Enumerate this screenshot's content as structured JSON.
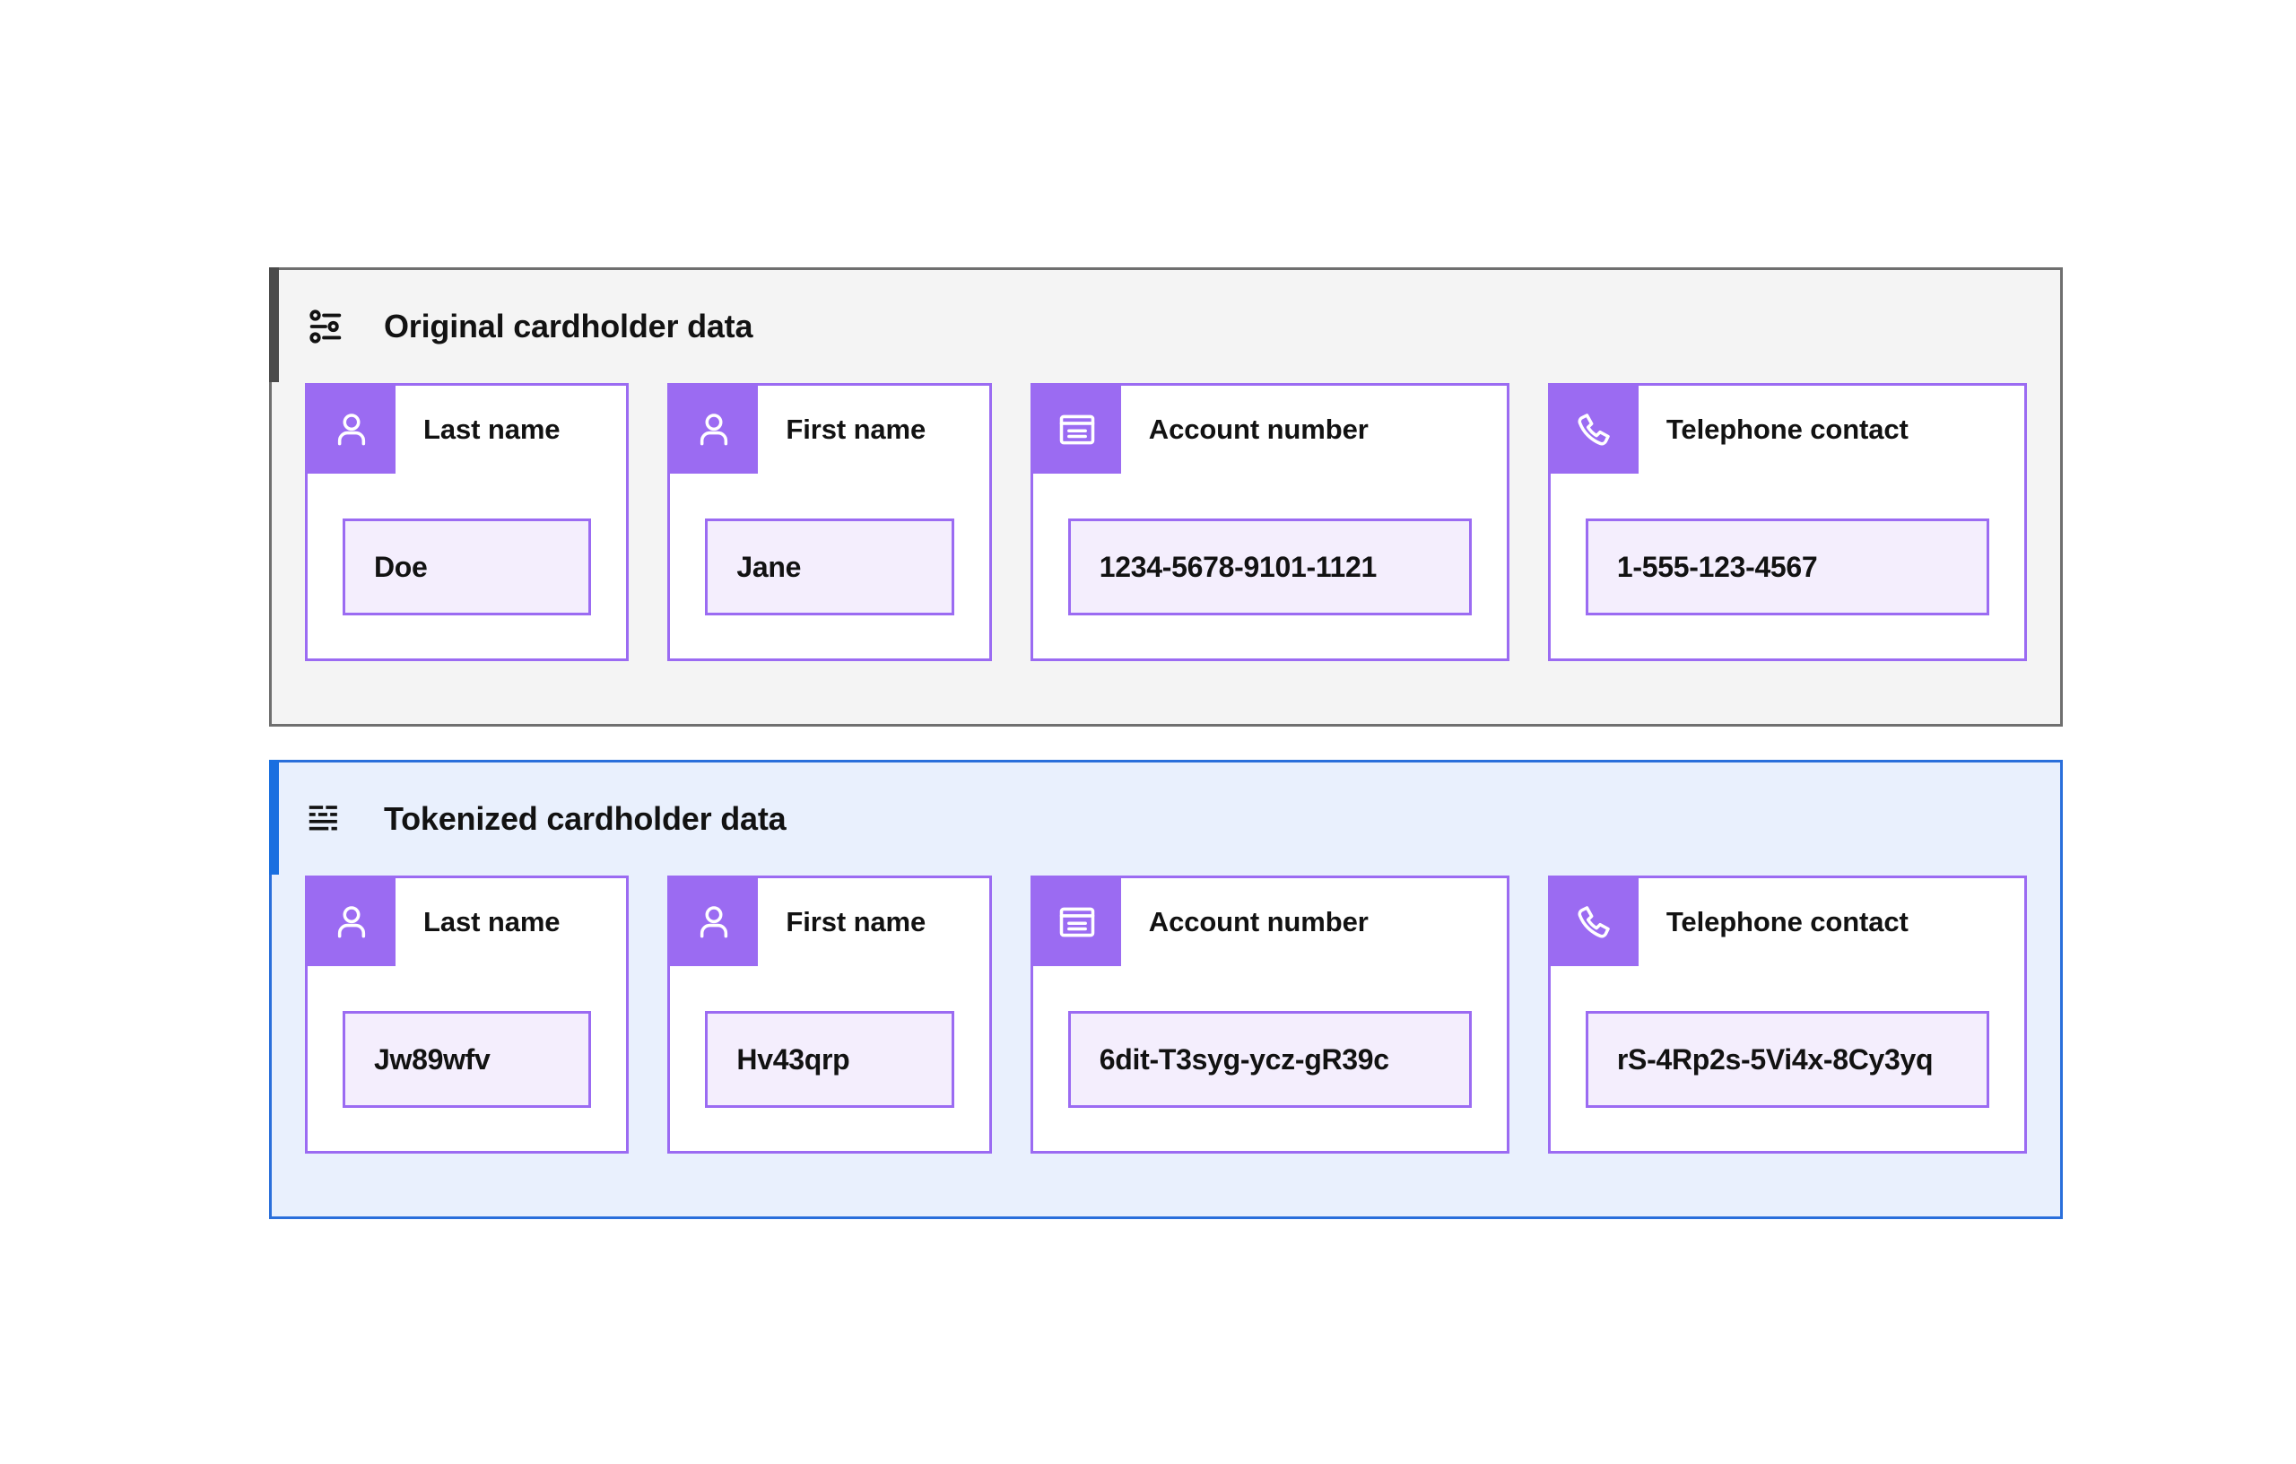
{
  "panels": [
    {
      "id": "original",
      "icon": "sliders-icon",
      "title": "Original cardholder data",
      "accent_color": "#4a4a4a",
      "background": "#f4f4f4",
      "border_color": "#6f6f6f",
      "fields": [
        {
          "icon": "user-icon",
          "label": "Last name",
          "value": "Doe",
          "size": "small"
        },
        {
          "icon": "user-icon",
          "label": "First name",
          "value": "Jane",
          "size": "small"
        },
        {
          "icon": "credit-card-icon",
          "label": "Account number",
          "value": "1234-5678-9101-1121",
          "size": "large"
        },
        {
          "icon": "phone-icon",
          "label": "Telephone contact",
          "value": "1-555-123-4567",
          "size": "large"
        }
      ]
    },
    {
      "id": "tokenized",
      "icon": "text-lines-icon",
      "title": "Tokenized cardholder data",
      "accent_color": "#1a6fe0",
      "background": "#e9f0fd",
      "border_color": "#2a6fdb",
      "fields": [
        {
          "icon": "user-icon",
          "label": "Last name",
          "value": "Jw89wfv",
          "size": "small"
        },
        {
          "icon": "user-icon",
          "label": "First name",
          "value": "Hv43qrp",
          "size": "small"
        },
        {
          "icon": "credit-card-icon",
          "label": "Account number",
          "value": "6dit-T3syg-ycz-gR39c",
          "size": "large"
        },
        {
          "icon": "phone-icon",
          "label": "Telephone contact",
          "value": "rS-4Rp2s-5Vi4x-8Cy3yq",
          "size": "large"
        }
      ]
    }
  ],
  "theme": {
    "accent_purple": "#9b6bf2",
    "value_background": "#f4eefd",
    "text_color": "#121212"
  }
}
